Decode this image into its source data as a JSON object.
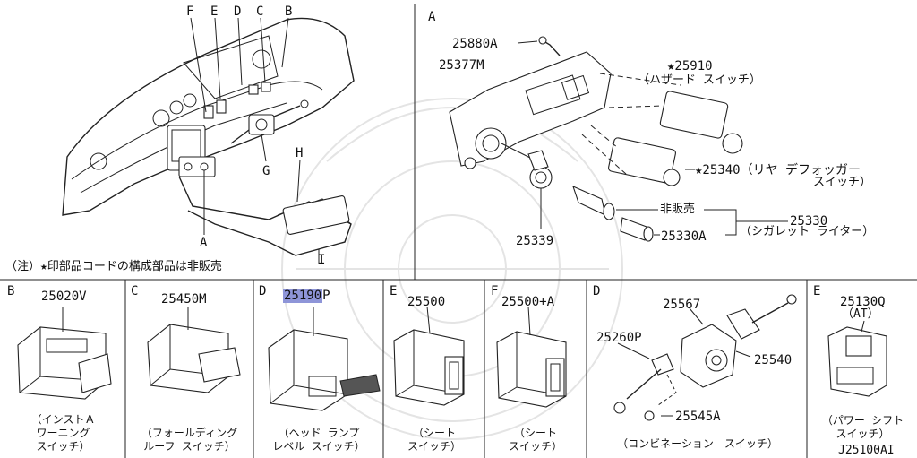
{
  "note": "（注）★印部品コードの構成部品は非販売",
  "catalog_code": "J25100AI",
  "overview_letters": [
    "F",
    "E",
    "D",
    "C",
    "B",
    "G",
    "H",
    "A",
    "I"
  ],
  "section_a": {
    "letter": "A",
    "parts": {
      "screw": "25880A",
      "panel": "25377M",
      "hazard": "★25910",
      "hazard_name": "（ハザード スイッチ）",
      "defogger": "★25340（リヤ デフォッガー",
      "defogger_name2": "スイッチ）",
      "not_sold": "非販売",
      "cig_lighter": "25330",
      "cig_lighter_name": "（シガレット ライター）",
      "lighter_part": "25330A",
      "ring": "25339"
    }
  },
  "panels": [
    {
      "letter": "B",
      "part": "25020V",
      "caption": [
        "（インストＡ",
        "ワーニング",
        "スイッチ）"
      ]
    },
    {
      "letter": "C",
      "part": "25450M",
      "caption": [
        "（フォールディング",
        "ルーフ スイッチ）"
      ]
    },
    {
      "letter": "D",
      "part": "25190P",
      "highlight": "25190",
      "suffix": "P",
      "caption": [
        "（ヘッド ランプ",
        "レベル スイッチ）"
      ]
    },
    {
      "letter": "E",
      "part": "25500",
      "caption": [
        "（シート",
        "スイッチ）"
      ]
    },
    {
      "letter": "F",
      "part": "25500+A",
      "caption": [
        "（シート",
        "スイッチ）"
      ]
    },
    {
      "letter": "D",
      "parts": [
        "25567",
        "25260P",
        "25540",
        "25545A"
      ],
      "caption": [
        "（コンビネーション　スイッチ）"
      ]
    },
    {
      "letter": "E",
      "part": "25130Q",
      "part_sub": "（AT）",
      "caption": [
        "（パワー シフト",
        "スイッチ）"
      ]
    }
  ]
}
